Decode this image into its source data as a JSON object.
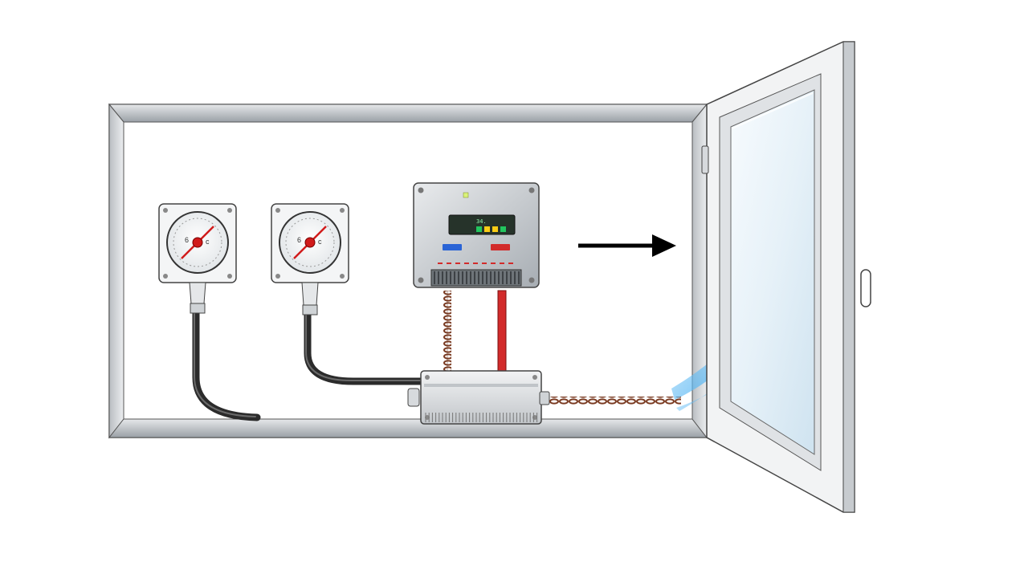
{
  "diagram": {
    "controller": {
      "display_readout_left": "",
      "display_readout_right": "34.",
      "top_label": "",
      "left_tag": "",
      "right_tag": "",
      "led_colors": [
        "#22c55e",
        "#facc15",
        "#facc15",
        "#22c55e"
      ]
    },
    "gauges": [
      {
        "id": "gauge-left"
      },
      {
        "id": "gauge-right"
      }
    ],
    "colors": {
      "cabinet": "#c8ccd0",
      "gauge_needle": "#d11b1b",
      "power_wire": "#d22b2b",
      "braided_wire": "#7a3b22",
      "hose": "#2b2b2b",
      "airflow": "#3aa7f0",
      "arrow": "#000000"
    },
    "icons": [
      "arrow-right-icon",
      "airflow-icon",
      "gauge-icon",
      "controller-icon",
      "junction-box-icon",
      "window-icon"
    ]
  }
}
